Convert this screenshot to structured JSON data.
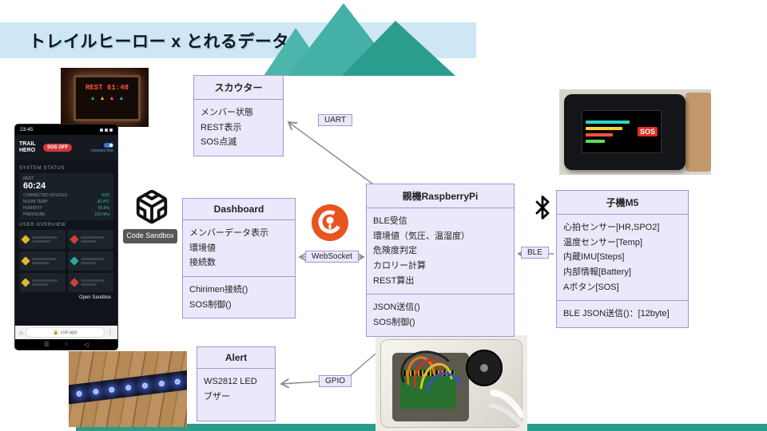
{
  "slide": {
    "title": "トレイルヒーロー x とれるデータ"
  },
  "boxes": {
    "scouter": {
      "title": "スカウター",
      "attributes": [
        "メンバー状態",
        "REST表示",
        "SOS点滅"
      ]
    },
    "dashboard": {
      "title": "Dashboard",
      "attributes": [
        "メンバーデータ表示",
        "環境値",
        "接続数"
      ],
      "methods": [
        "Chirimen接続()",
        "SOS制御()"
      ]
    },
    "raspberrypi": {
      "title": "親機RaspberryPi",
      "attributes": [
        "BLE受信",
        "環境値（気圧、温湿度）",
        "危険度判定",
        "カロリー計算",
        "REST算出"
      ],
      "methods": [
        "JSON送信()",
        "SOS制御()"
      ]
    },
    "m5": {
      "title": "子機M5",
      "attributes": [
        "心拍センサー[HR,SPO2]",
        "温度センサー[Temp]",
        "内蔵IMU[Steps]",
        "内部情報[Battery]",
        "Aボタン[SOS]"
      ],
      "methods": [
        "BLE JSON送信()：[12byte]"
      ]
    },
    "alert": {
      "title": "Alert",
      "attributes": [
        "WS2812 LED",
        "ブザー"
      ]
    }
  },
  "connections": {
    "uart": "UART",
    "websocket": "WebSocket",
    "ble": "BLE",
    "gpio": "GPIO"
  },
  "codesandbox": {
    "label": "Code Sandbox"
  },
  "scouter_photo": {
    "rest_text": "REST 61:48",
    "indicator_colors": [
      "#35b24a",
      "#f5c518",
      "#ff4fa0",
      "#3aa0ff"
    ]
  },
  "m5_photo": {
    "sos_label": "SOS",
    "line_colors": [
      "#2fd6c4",
      "#ffd23a",
      "#ff5050",
      "#58e05a"
    ]
  },
  "phone": {
    "status_time": "23:45",
    "app_title": "TRAIL HERO",
    "sos_badge": "SOS OFF",
    "connected": "CONNECTED",
    "system_status_title": "SYSTEM STATUS",
    "rest_label": "REST",
    "rest_value": "60:24",
    "stats": [
      {
        "label": "CONNECTED DEVICES",
        "value": "0/15"
      },
      {
        "label": "ROOM TEMP",
        "value": "30.4°C"
      },
      {
        "label": "HUMIDITY",
        "value": "55.5%"
      },
      {
        "label": "PRESSURE",
        "value": "101 hPa"
      }
    ],
    "user_overview_title": "USER OVERVIEW",
    "member_colors": [
      "#e3b52b",
      "#cb4437",
      "#e3b52b",
      "#28a7a0",
      "#e3b52b",
      "#cb4437"
    ],
    "open_sandbox": "Open Sandbox",
    "url": "csb.app",
    "nav_icons": [
      "|||",
      "○",
      "◁"
    ]
  },
  "colors": {
    "box_fill": "#eae9fb",
    "box_border": "#9b98d8",
    "banner": "#cfe7f5",
    "mountain_light": "#4db6ac",
    "mountain_dark": "#2a9d8f",
    "bottom_bar": "#2a9d8f",
    "arrow": "#8a8a8a",
    "chirimen_orange": "#e8541f",
    "led_blue": "#3a5bff"
  }
}
